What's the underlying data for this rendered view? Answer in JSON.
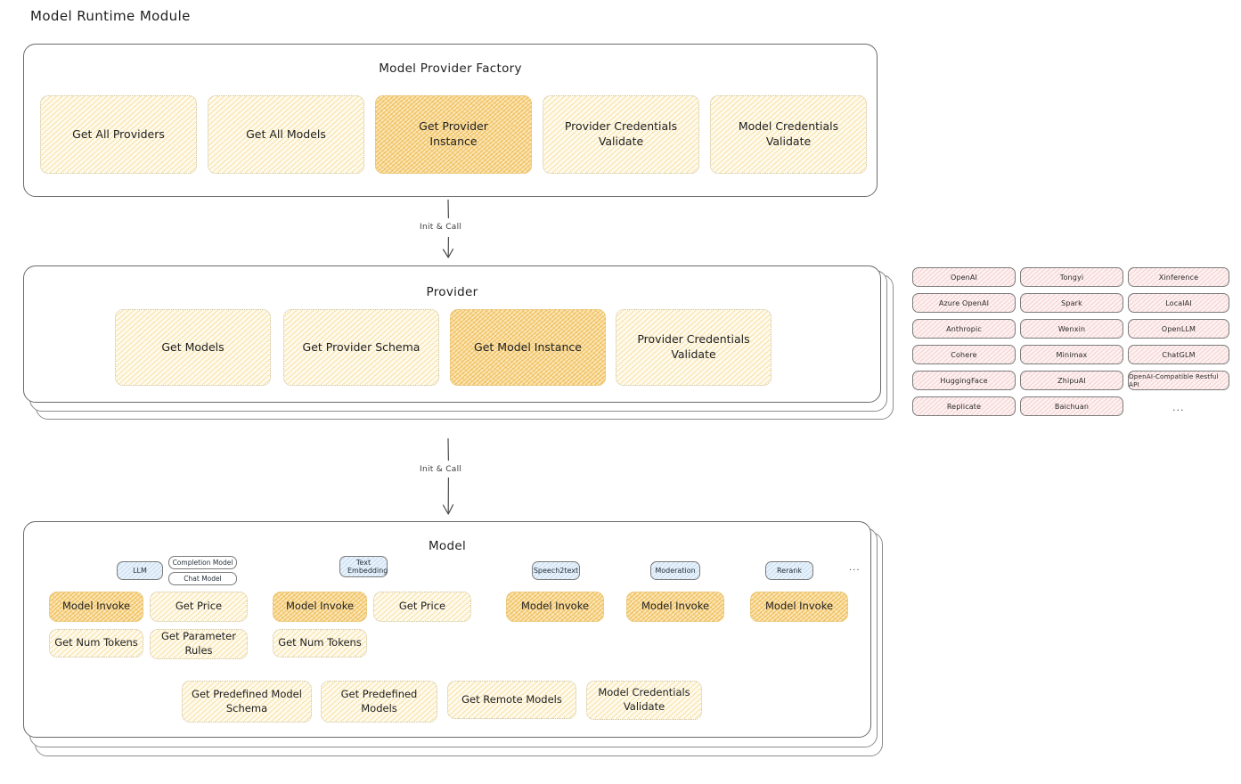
{
  "page": {
    "title": "Model Runtime Module"
  },
  "sections": {
    "factory": {
      "title": "Model Provider Factory",
      "boxes": [
        {
          "label": "Get All Providers",
          "highlight": false
        },
        {
          "label": "Get All Models",
          "highlight": false
        },
        {
          "label": "Get Provider Instance",
          "highlight": true
        },
        {
          "label": "Provider Credentials Validate",
          "highlight": false
        },
        {
          "label": "Model Credentials Validate",
          "highlight": false
        }
      ]
    },
    "provider": {
      "title": "Provider",
      "boxes": [
        {
          "label": "Get Models",
          "highlight": false
        },
        {
          "label": "Get Provider Schema",
          "highlight": false
        },
        {
          "label": "Get Model Instance",
          "highlight": true
        },
        {
          "label": "Provider Credentials Validate",
          "highlight": false
        }
      ]
    },
    "model": {
      "title": "Model",
      "type_groups": [
        {
          "badge": "LLM",
          "sub_badges": [
            "Completion Model",
            "Chat Model"
          ],
          "ops": [
            "Model Invoke",
            "Get Price",
            "Get Num Tokens",
            "Get Parameter Rules"
          ]
        },
        {
          "badge": "Text Embedding",
          "sub_badges": [],
          "ops": [
            "Model Invoke",
            "Get Price",
            "Get Num Tokens"
          ]
        },
        {
          "badge": "Speech2text",
          "sub_badges": [],
          "ops": [
            "Model Invoke"
          ]
        },
        {
          "badge": "Moderation",
          "sub_badges": [],
          "ops": [
            "Model Invoke"
          ]
        },
        {
          "badge": "Rerank",
          "sub_badges": [],
          "ops": [
            "Model Invoke"
          ]
        }
      ],
      "more_label": "...",
      "common_ops": [
        "Get Predefined Model Schema",
        "Get Predefined Models",
        "Get Remote Models",
        "Model Credentials Validate"
      ]
    }
  },
  "arrows": [
    {
      "label": "Init & Call"
    },
    {
      "label": "Init & Call"
    }
  ],
  "provider_list": {
    "columns": [
      {
        "items": [
          "OpenAI",
          "Azure OpenAI",
          "Anthropic",
          "Cohere",
          "HuggingFace",
          "Replicate"
        ]
      },
      {
        "items": [
          "Tongyi",
          "Spark",
          "Wenxin",
          "Minimax",
          "ZhipuAI",
          "Baichuan"
        ]
      },
      {
        "items": [
          "Xinference",
          "LocalAI",
          "OpenLLM",
          "ChatGLM",
          "OpenAI-Compatible Restful API"
        ]
      }
    ],
    "more_label": "..."
  },
  "colors": {
    "highlight_fill": "#fbe7bb",
    "light_fill": "#fefaed",
    "pill_fill": "#fdf1f1",
    "badge_fill": "#e8f2fb",
    "stroke": "#6a6a6a",
    "text": "#1e1e1e"
  }
}
